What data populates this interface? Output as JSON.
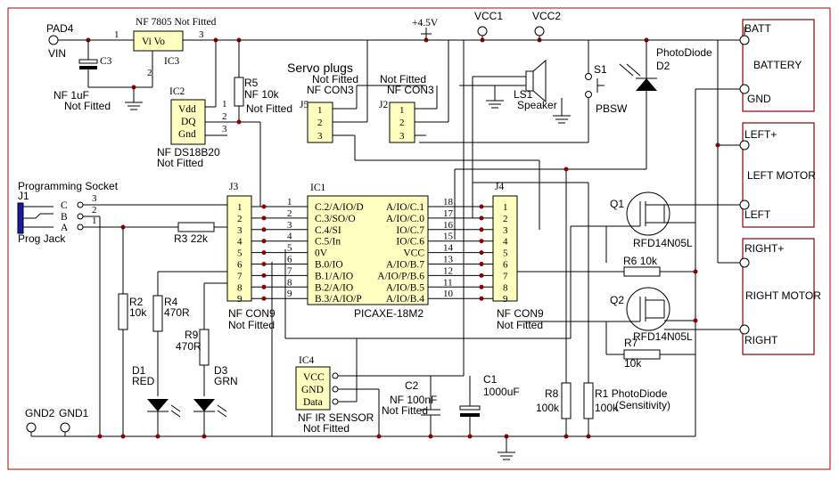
{
  "colors": {
    "ic_fill": "#ffffc0",
    "junction": "#8b0000",
    "border": "#b00000",
    "wire": "#000000"
  },
  "rails": {
    "pad4": "PAD4",
    "vin": "VIN",
    "v45": "+4.5V",
    "vcc1": "VCC1",
    "vcc2": "VCC2",
    "gnd2": "GND2",
    "gnd1": "GND1"
  },
  "regulator": {
    "pin1": "1",
    "pin3": "3",
    "pin2": "2",
    "title": "NF 7805 Not Fitted",
    "body": "Vi Vo",
    "ref": "IC3"
  },
  "c3": {
    "ref": "C3",
    "value": "NF 1uF",
    "note": "Not Fitted"
  },
  "ic2": {
    "ref": "IC2",
    "pins": [
      "Vdd",
      "DQ",
      "Gnd"
    ],
    "nums": [
      "1",
      "2",
      "3"
    ],
    "part": "NF DS18B20",
    "note": "Not Fitted"
  },
  "r5": {
    "ref": "R5",
    "value": "NF 10k",
    "note": "Not Fitted"
  },
  "servo": {
    "title": "Servo plugs",
    "j5": {
      "ref": "J5",
      "part": "NF CON3",
      "note": "Not Fitted",
      "pins": [
        "1",
        "2",
        "3"
      ]
    },
    "j2": {
      "ref": "J2",
      "part": "NF CON3",
      "note": "Not Fitted",
      "pins": [
        "1",
        "2",
        "3"
      ]
    }
  },
  "speaker": {
    "ref": "LS1",
    "label": "Speaker"
  },
  "switch": {
    "ref": "S1",
    "label": "PBSW"
  },
  "photodiode": {
    "title": "PhotoDiode",
    "ref": "D2"
  },
  "battery": {
    "term_pos": "BATT",
    "term_neg": "GND",
    "label": "BATTERY"
  },
  "left_motor": {
    "term_pos": "LEFT+",
    "term_neg": "LEFT",
    "label": "LEFT MOTOR"
  },
  "right_motor": {
    "term_pos": "RIGHT+",
    "term_neg": "RIGHT",
    "label": "RIGHT MOTOR"
  },
  "prog": {
    "ref": "J1",
    "title": "Programming Socket",
    "jack": "Prog Jack",
    "pins": [
      "C",
      "B",
      "A"
    ],
    "nums": [
      "3",
      "2",
      "1"
    ]
  },
  "j3": {
    "ref": "J3",
    "part": "NF CON9",
    "note": "Not Fitted",
    "pins": [
      "1",
      "2",
      "3",
      "4",
      "5",
      "6",
      "7",
      "8",
      "9"
    ]
  },
  "j4": {
    "ref": "J4",
    "part": "NF CON9",
    "note": "Not Fitted",
    "pins": [
      "1",
      "2",
      "3",
      "4",
      "5",
      "6",
      "7",
      "8",
      "9"
    ]
  },
  "ic1": {
    "ref": "IC1",
    "part": "PICAXE-18M2",
    "left": [
      "C.2/A/IO/D",
      "C.3/SO/O",
      "C.4/SI",
      "C.5/In",
      "0V",
      "B.0/IO",
      "B.1/A/IO",
      "B.2/A/IO",
      "B.3/A/IO/P"
    ],
    "right": [
      "A/IO/C.1",
      "A/IO/C.0",
      "IO/C.7",
      "IO/C.6",
      "VCC",
      "A/IO/B.7",
      "A/IO/P/B.6",
      "A/IO/B.5",
      "A/IO/B.4"
    ],
    "lnum": [
      "1",
      "2",
      "3",
      "4",
      "5",
      "6",
      "7",
      "8",
      "9"
    ],
    "rnum": [
      "18",
      "17",
      "16",
      "15",
      "14",
      "13",
      "12",
      "11",
      "10"
    ]
  },
  "r3": {
    "ref": "R3",
    "value": "22k"
  },
  "r2": {
    "ref": "R2",
    "value": "10k"
  },
  "r4": {
    "ref": "R4",
    "value": "470R"
  },
  "r9": {
    "ref": "R9",
    "value": "470R"
  },
  "d1": {
    "ref": "D1",
    "color": "RED"
  },
  "d3": {
    "ref": "D3",
    "color": "GRN"
  },
  "ic4": {
    "ref": "IC4",
    "pins": [
      "VCC",
      "GND",
      "Data"
    ],
    "part": "NF IR SENSOR",
    "note": "Not Fitted"
  },
  "c2": {
    "ref": "C2",
    "value": "NF 100nF",
    "note": "Not Fitted"
  },
  "c1": {
    "ref": "C1",
    "value": "1000uF"
  },
  "r8": {
    "ref": "R8",
    "value": "100k"
  },
  "r1": {
    "ref": "R1",
    "value": "100k",
    "label": "PhotoDiode",
    "sub": "(Sensitivity)"
  },
  "q1": {
    "ref": "Q1",
    "part": "RFD14N05L"
  },
  "q2": {
    "ref": "Q2",
    "part": "RFD14N05L"
  },
  "r6": {
    "ref": "R6",
    "value": "10k"
  },
  "r7": {
    "ref": "R7",
    "value": "10k"
  }
}
